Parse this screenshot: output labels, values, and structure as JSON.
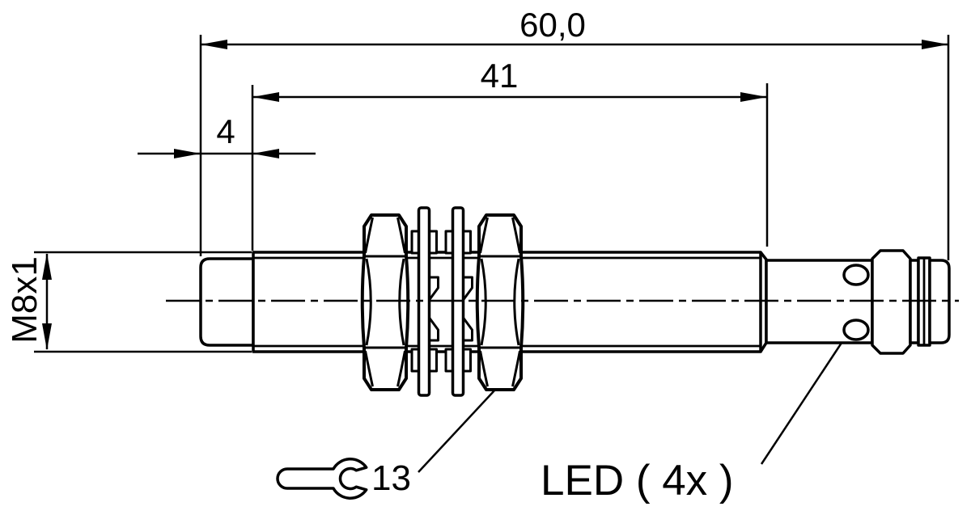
{
  "colors": {
    "line": "#000000",
    "background": "#ffffff"
  },
  "dims": {
    "overall_length": "60,0",
    "thread_length": "41",
    "tip_length": "4",
    "thread_spec": "M8x1",
    "wrench_size": "13",
    "led_label": "LED ( 4x )"
  },
  "icons": {
    "wrench": "open-end-wrench-icon"
  }
}
